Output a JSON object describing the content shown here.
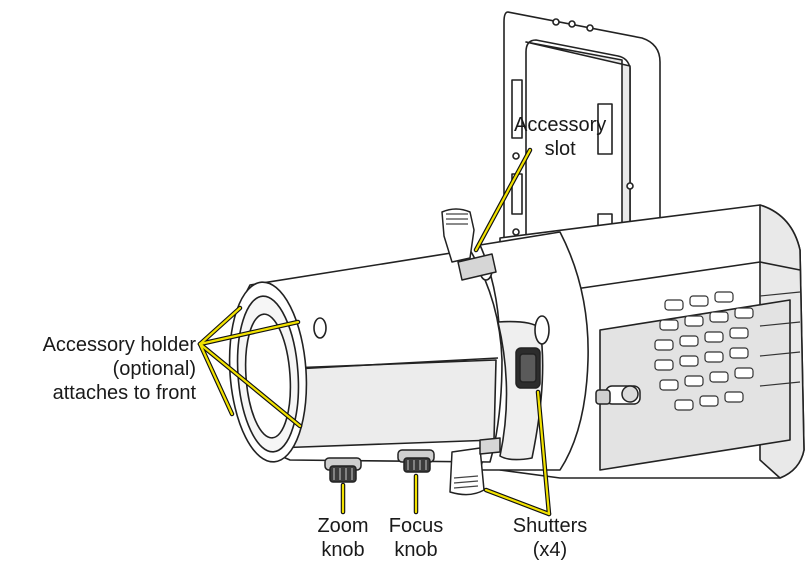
{
  "colors": {
    "leader_line": "#f2e200",
    "leader_outline": "#111111",
    "body_fill": "#ffffff",
    "body_stroke": "#222222",
    "shade": "#e9e9e9",
    "dark_shade": "#c8c8c8"
  },
  "callouts": {
    "accessory_slot": {
      "line1": "Accessory",
      "line2": "slot"
    },
    "accessory_holder": {
      "line1": "Accessory holder",
      "line2": "(optional)",
      "line3": "attaches to front"
    },
    "zoom_knob": {
      "line1": "Zoom",
      "line2": "knob"
    },
    "focus_knob": {
      "line1": "Focus",
      "line2": "knob"
    },
    "shutters": {
      "line1": "Shutters",
      "line2": "(x4)"
    }
  }
}
